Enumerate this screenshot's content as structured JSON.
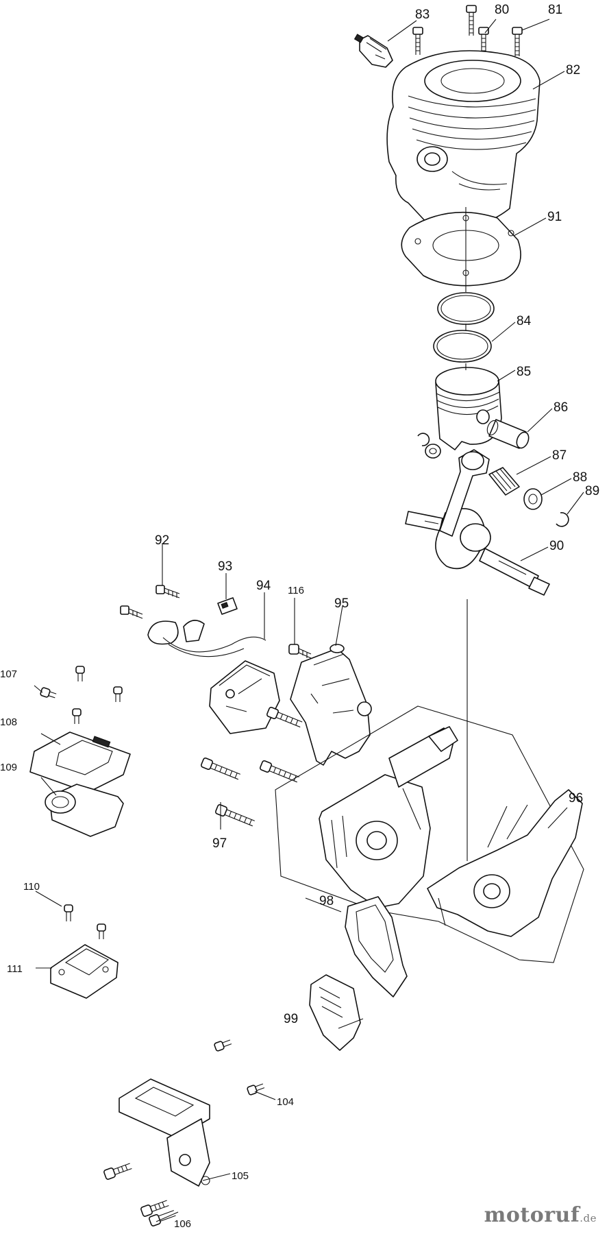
{
  "part_labels": {
    "p80": "80",
    "p81": "81",
    "p82": "82",
    "p83": "83",
    "p84": "84",
    "p85": "85",
    "p86": "86",
    "p87": "87",
    "p88": "88",
    "p89": "89",
    "p90": "90",
    "p91": "91",
    "p92": "92",
    "p93": "93",
    "p94": "94",
    "p95": "95",
    "p96": "96",
    "p97": "97",
    "p98": "98",
    "p99": "99",
    "p104": "104",
    "p105": "105",
    "p106": "106",
    "p107": "107",
    "p108": "108",
    "p109": "109",
    "p110": "110",
    "p111": "111",
    "p116": "116"
  },
  "watermark": {
    "name": "motoruf",
    "tld": ".de",
    "color": "#7a7a7a"
  }
}
